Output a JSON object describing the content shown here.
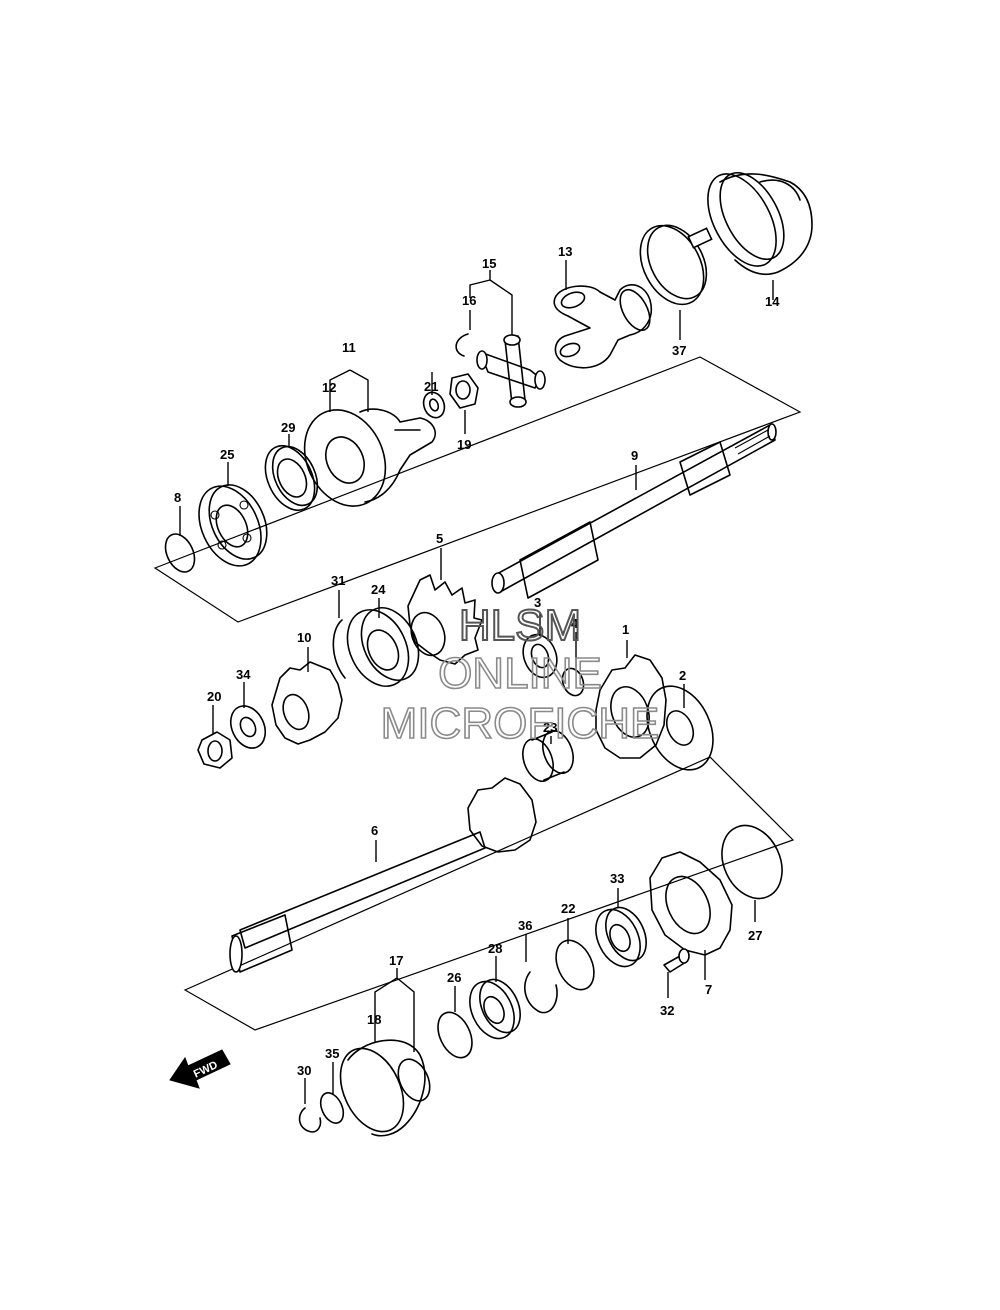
{
  "watermark": {
    "line1": "HLSM",
    "line2": "ONLINE",
    "line3": "MICROFICHE"
  },
  "fwd_label": "FWD",
  "callouts": [
    "1",
    "2",
    "3",
    "4",
    "5",
    "6",
    "7",
    "8",
    "9",
    "10",
    "11",
    "12",
    "13",
    "14",
    "15",
    "16",
    "17",
    "18",
    "19",
    "20",
    "21",
    "22",
    "23",
    "24",
    "25",
    "26",
    "27",
    "28",
    "29",
    "30",
    "31",
    "32",
    "33",
    "34",
    "35",
    "36",
    "37"
  ]
}
